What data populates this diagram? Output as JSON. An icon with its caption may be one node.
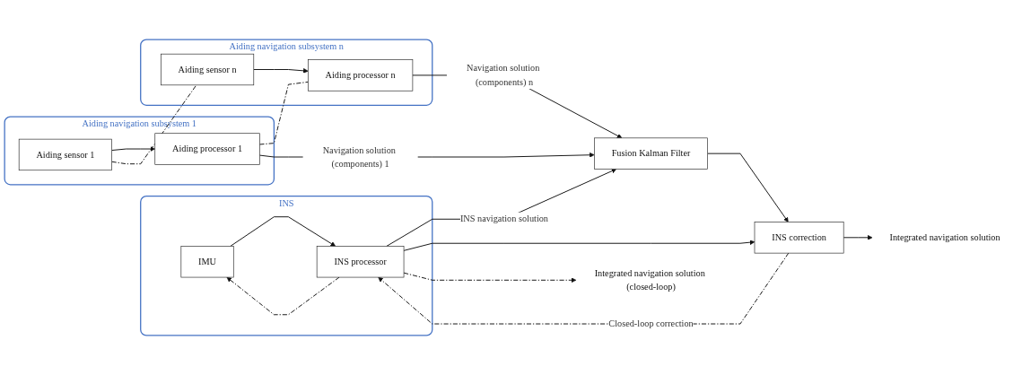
{
  "diagram": {
    "nodes": [
      {
        "text": [
          "INS"
        ]
      },
      {
        "text": [
          "IMU"
        ],
        "in": 0
      },
      {
        "text": [
          "INS processor"
        ],
        "in": 0
      },
      {
        "text": [
          "Aiding navigation subsystem 1"
        ]
      },
      {
        "text": [
          "Aiding sensor 1"
        ],
        "in": 3
      },
      {
        "text": [
          "Aiding processor 1"
        ],
        "in": 3
      },
      {
        "text": [
          "Aiding navigation subsystem n"
        ]
      },
      {
        "text": [
          "Aiding sensor n"
        ],
        "in": 6
      },
      {
        "text": [
          "Aiding processor n"
        ],
        "in": 6
      },
      {
        "text": [
          "Fusion Kalman Filter"
        ]
      },
      {
        "text": [
          "INS correction"
        ]
      },
      {
        "text": [
          "Integrated navigation solution (closed-loop)"
        ]
      },
      {
        "text": [
          "Integrated navigation solution"
        ]
      }
    ],
    "edges": [
      {
        "from": 1,
        "to": 2,
        "arrow": "to"
      },
      {
        "from": 2,
        "to": 1,
        "arrow": "to",
        "style": "dashed"
      },
      {
        "from": 2,
        "to": 9,
        "arrow": "to",
        "label": "INS navigation solution"
      },
      {
        "from": 2,
        "to": 10,
        "arrow": "to"
      },
      {
        "from": 2,
        "to": 11,
        "arrow": "to",
        "style": "dashed"
      },
      {
        "from": 10,
        "to": 2,
        "arrow": "to",
        "style": "dashed",
        "label": "Closed-loop correction"
      },
      {
        "from": 4,
        "to": 5,
        "arrow": "to"
      },
      {
        "from": 7,
        "to": 8,
        "arrow": "to"
      },
      {
        "from": 4,
        "to": 7,
        "arrow": "none",
        "style": "dashed"
      },
      {
        "from": 5,
        "to": 8,
        "arrow": "none",
        "style": "dashed"
      },
      {
        "from": 5,
        "to": 9,
        "arrow": "to",
        "label": "Navigation solution (components) 1"
      },
      {
        "from": 8,
        "to": 9,
        "arrow": "to",
        "label": "Navigation solution (components) n"
      },
      {
        "from": 9,
        "to": 10,
        "arrow": "to"
      },
      {
        "from": 10,
        "to": 12,
        "arrow": "to"
      }
    ]
  }
}
